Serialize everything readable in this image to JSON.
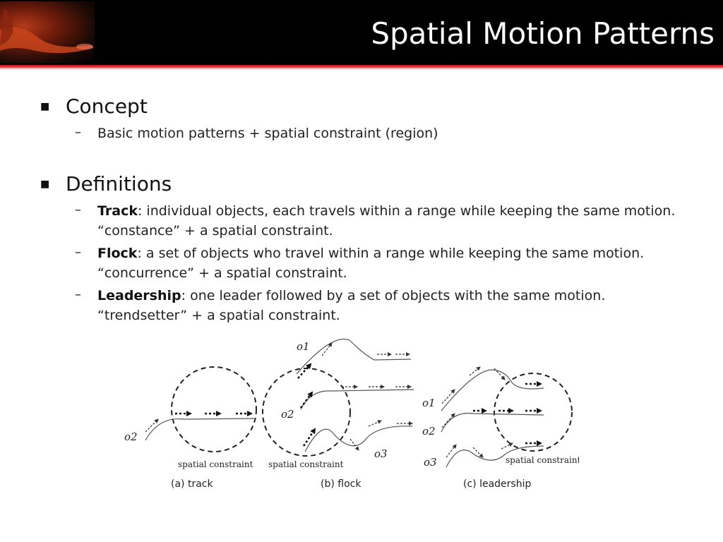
{
  "slide": {
    "title": "Spatial Motion Patterns",
    "bullets": [
      {
        "text": "Concept",
        "subs": [
          {
            "bold": "",
            "rest": "Basic motion patterns + spatial constraint (region)",
            "line2": ""
          }
        ]
      },
      {
        "text": "Definitions",
        "subs": [
          {
            "bold": "Track",
            "rest": ": individual objects, each travels within a range while keeping the same motion.",
            "line2": "“constance” + a spatial constraint."
          },
          {
            "bold": "Flock",
            "rest": ": a set of objects who travel within a range while keeping the same motion.",
            "line2": "“concurrence” + a spatial constraint."
          },
          {
            "bold": "Leadership",
            "rest": ": one leader followed by a set of objects with the same motion.",
            "line2": "“trendsetter” + a spatial constraint."
          }
        ]
      }
    ]
  },
  "figure": {
    "panels": [
      {
        "caption": "(a) track",
        "constraint_label": "spatial constraint",
        "objects": [
          "o2"
        ]
      },
      {
        "caption": "(b) flock",
        "constraint_label": "spatial constraint",
        "objects": [
          "o1",
          "o2",
          "o3"
        ]
      },
      {
        "caption": "(c) leadership",
        "constraint_label": "spatial constraint",
        "objects": [
          "o1",
          "o2",
          "o3"
        ]
      }
    ]
  },
  "colors": {
    "header_bg": "#000000",
    "accent_red": "#c0141a",
    "title_text": "#ffffff"
  }
}
